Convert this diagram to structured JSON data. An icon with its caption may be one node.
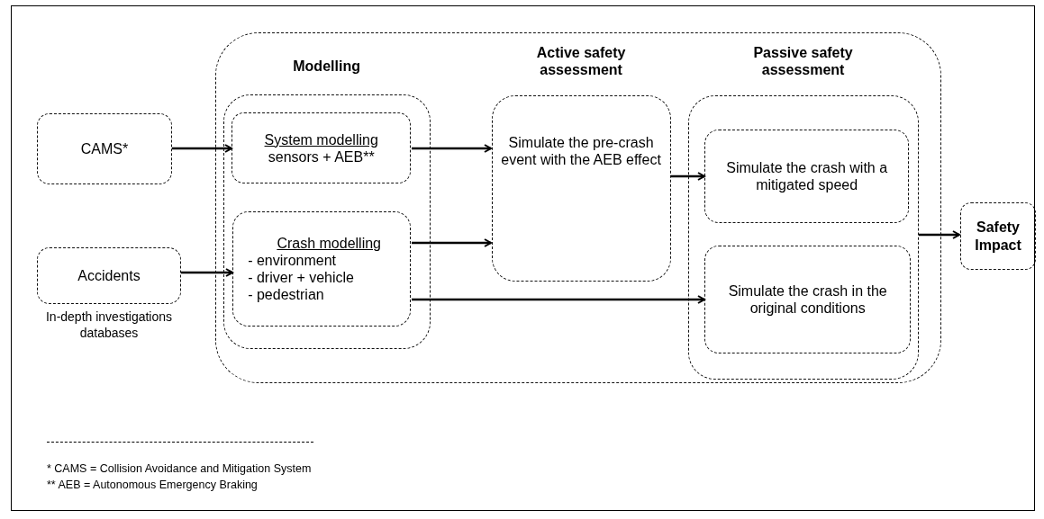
{
  "diagram": {
    "nodes": [
      {
        "text": [
          "CAMS*"
        ]
      },
      {
        "text": [
          "Accidents"
        ],
        "beside": [
          "In-depth investigations databases"
        ]
      },
      {
        "text": [],
        "shape": "box"
      },
      {
        "text": [
          "Modelling"
        ],
        "in": 2
      },
      {
        "text": [
          "System modelling",
          "sensors + AEB**"
        ],
        "in": 3
      },
      {
        "text": [
          "Crash modelling",
          "- environment",
          "- driver + vehicle",
          "- pedestrian"
        ],
        "in": 3
      },
      {
        "text": [
          "Active safety assessment",
          "Simulate the pre-crash event with the AEB effect"
        ],
        "in": 2
      },
      {
        "text": [
          "Passive safety assessment"
        ],
        "in": 2
      },
      {
        "text": [
          "Simulate the crash with a mitigated speed"
        ],
        "in": 7
      },
      {
        "text": [
          "Simulate the crash in the original conditions"
        ],
        "in": 7
      },
      {
        "text": [
          "Safety Impact"
        ]
      }
    ],
    "edges": [
      {
        "from": 0,
        "to": 4,
        "arrow": "to"
      },
      {
        "from": 1,
        "to": 5,
        "arrow": "to"
      },
      {
        "from": 4,
        "to": 6,
        "arrow": "to"
      },
      {
        "from": 5,
        "to": 6,
        "arrow": "to"
      },
      {
        "from": 5,
        "to": 9,
        "arrow": "to"
      },
      {
        "from": 6,
        "to": 8,
        "arrow": "to"
      },
      {
        "from": 7,
        "to": 10,
        "arrow": "to"
      }
    ],
    "labels": [
      "* CAMS = Collision Avoidance and Mitigation System",
      "** AEB = Autonomous Emergency Braking"
    ]
  }
}
